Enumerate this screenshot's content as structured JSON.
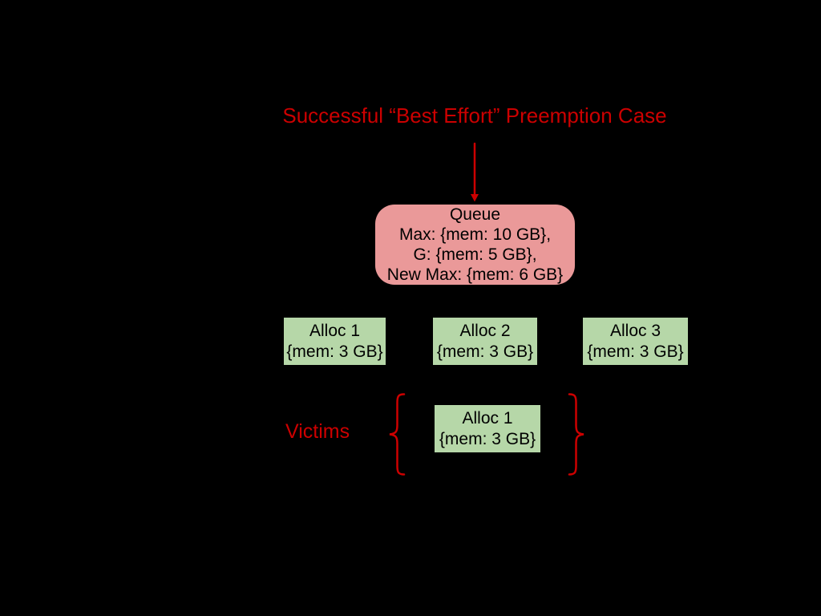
{
  "colors": {
    "background": "#000000",
    "accent_red": "#cc0000",
    "queue_fill": "#ea9999",
    "alloc_fill": "#b6d7a8",
    "node_text": "#000000"
  },
  "title": "Successful “Best Effort” Preemption Case",
  "queue_node": {
    "line1": "Queue",
    "line2": "Max: {mem: 10 GB},",
    "line3": "G: {mem: 5 GB},",
    "line4": "New Max: {mem: 6 GB}"
  },
  "alloc_nodes": [
    {
      "title": "Alloc 1",
      "detail": "{mem: 3 GB}"
    },
    {
      "title": "Alloc 2",
      "detail": "{mem: 3 GB}"
    },
    {
      "title": "Alloc 3",
      "detail": "{mem: 3 GB}"
    }
  ],
  "victims": {
    "label": "Victims",
    "node": {
      "title": "Alloc 1",
      "detail": "{mem: 3 GB}"
    }
  }
}
